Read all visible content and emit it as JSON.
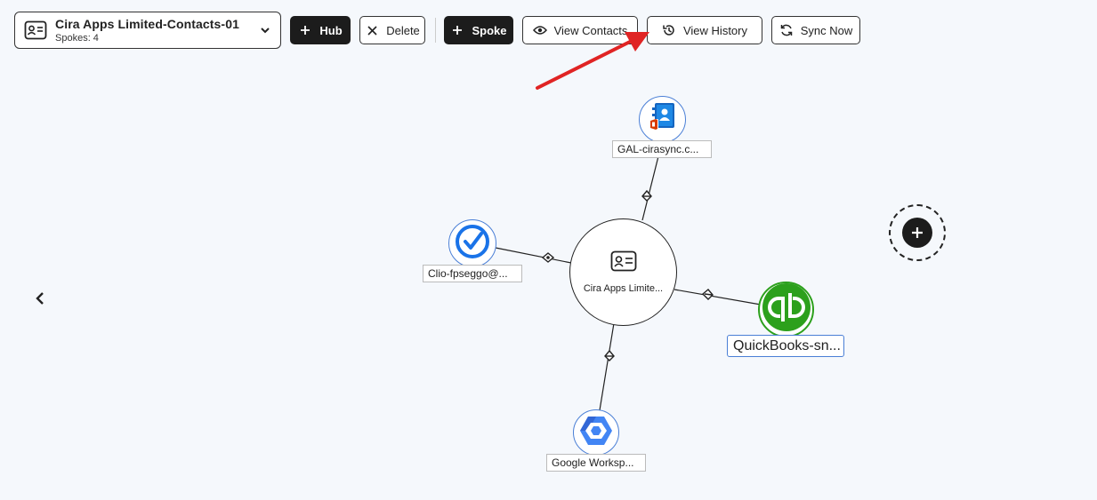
{
  "hub_selector": {
    "name": "Cira Apps Limited-Contacts-01",
    "spokes": "Spokes: 4"
  },
  "toolbar": {
    "hub_label": "Hub",
    "delete_label": "Delete",
    "spoke_label": "Spoke",
    "view_contacts_label": "View Contacts",
    "view_history_label": "View History",
    "sync_now_label": "Sync Now"
  },
  "graph": {
    "center_label": "Cira Apps Limite...",
    "spokes": [
      {
        "id": "gal",
        "label": "GAL-cirasync.c...",
        "icon": "contacts-book-icon"
      },
      {
        "id": "clio",
        "label": "Clio-fpseggo@...",
        "icon": "clio-icon"
      },
      {
        "id": "quickbooks",
        "label": "QuickBooks-sn...",
        "icon": "quickbooks-icon",
        "selected": true
      },
      {
        "id": "google",
        "label": "Google Worksp...",
        "icon": "google-workspace-icon"
      }
    ]
  },
  "colors": {
    "background": "#f5f8fc",
    "dark_button": "#1c1c1c",
    "annotation_arrow": "#e02424",
    "quickbooks_green": "#2ca01c",
    "clio_blue": "#1a73e8",
    "google_blue": "#4285f4",
    "selected_border": "#4a7fd6"
  }
}
